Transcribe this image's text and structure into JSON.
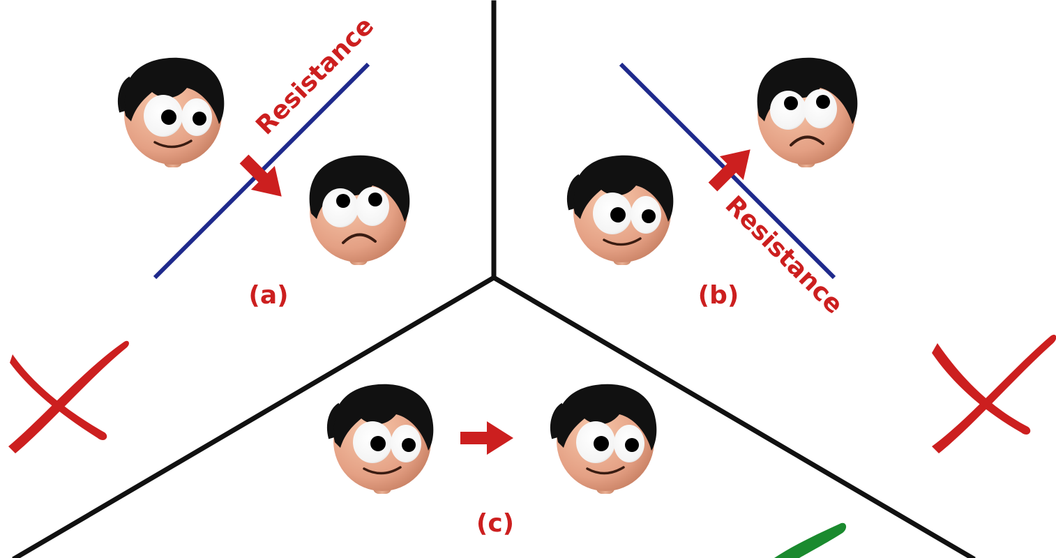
{
  "panels": {
    "a": {
      "caption": "(a)",
      "resistance_label": "Resistance"
    },
    "b": {
      "caption": "(b)",
      "resistance_label": "Resistance"
    },
    "c": {
      "caption": "(c)"
    }
  },
  "colors": {
    "divider": "#111111",
    "barrier": "#1f2a8c",
    "accent_red": "#cc1f1f",
    "check_green": "#1a8a2e",
    "skin": "#e8a888",
    "skin_shadow": "#c87d63",
    "hair": "#111111",
    "eye_white": "#ffffff",
    "pupil": "#000000",
    "mouth": "#3a1c12"
  },
  "marks": {
    "left": "cross-mark",
    "right": "cross-mark",
    "bottom": "check-mark"
  }
}
